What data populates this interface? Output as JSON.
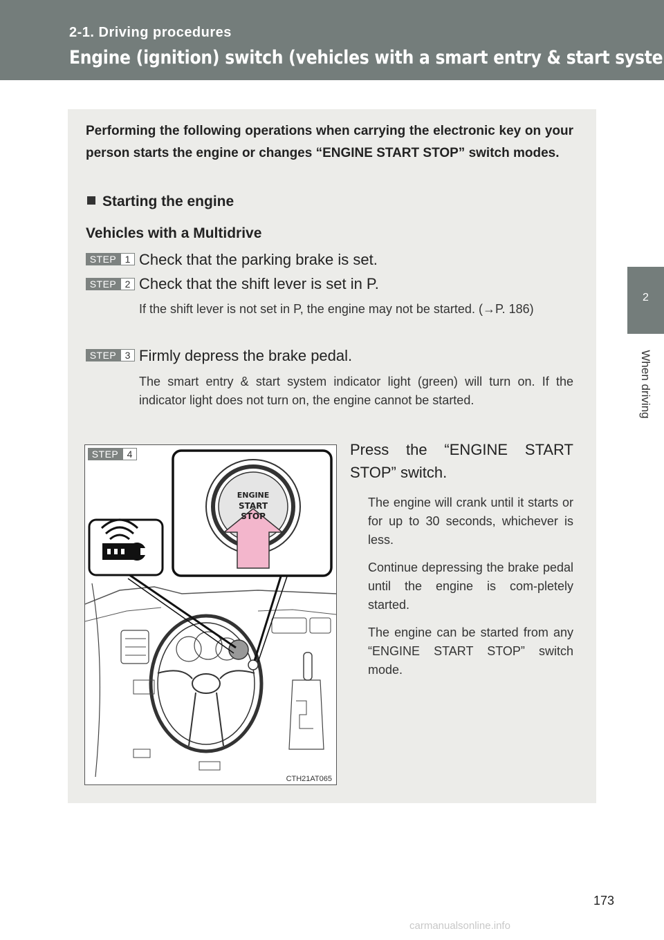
{
  "header": {
    "section": "2-1. Driving procedures",
    "title": "Engine (ignition) switch (vehicles with a smart entry & start system)"
  },
  "sidebar": {
    "tab_number": "2",
    "label": "When driving"
  },
  "intro": "Performing the following operations when carrying the electronic key on your person starts the engine or changes “ENGINE START STOP” switch modes.",
  "section_heading": "Starting the engine",
  "subheading": "Vehicles with a Multidrive",
  "step_word": "STEP",
  "steps": [
    {
      "num": "1",
      "text": "Check that the parking brake is set."
    },
    {
      "num": "2",
      "text": "Check that the shift lever is set in P.",
      "note": "If the shift lever is not set in P, the engine may not be started. (→P. 186)"
    },
    {
      "num": "3",
      "text": "Firmly depress the brake pedal.",
      "note": "The smart entry & start system indicator light (green) will turn on. If the indicator light does not turn on, the engine cannot be started."
    },
    {
      "num": "4",
      "text": "Press the “ENGINE START STOP” switch.",
      "notes": [
        "The engine will crank until it starts or for up to 30 seconds, whichever is less.",
        "Continue depressing the brake pedal until the engine is com-pletely started.",
        "The engine can be started from any “ENGINE START STOP” switch mode."
      ]
    }
  ],
  "illustration": {
    "button_lines": [
      "ENGINE",
      "START",
      "STOP"
    ],
    "code": "CTH21AT065"
  },
  "page_number": "173",
  "watermark": "carmanualsonline.info"
}
